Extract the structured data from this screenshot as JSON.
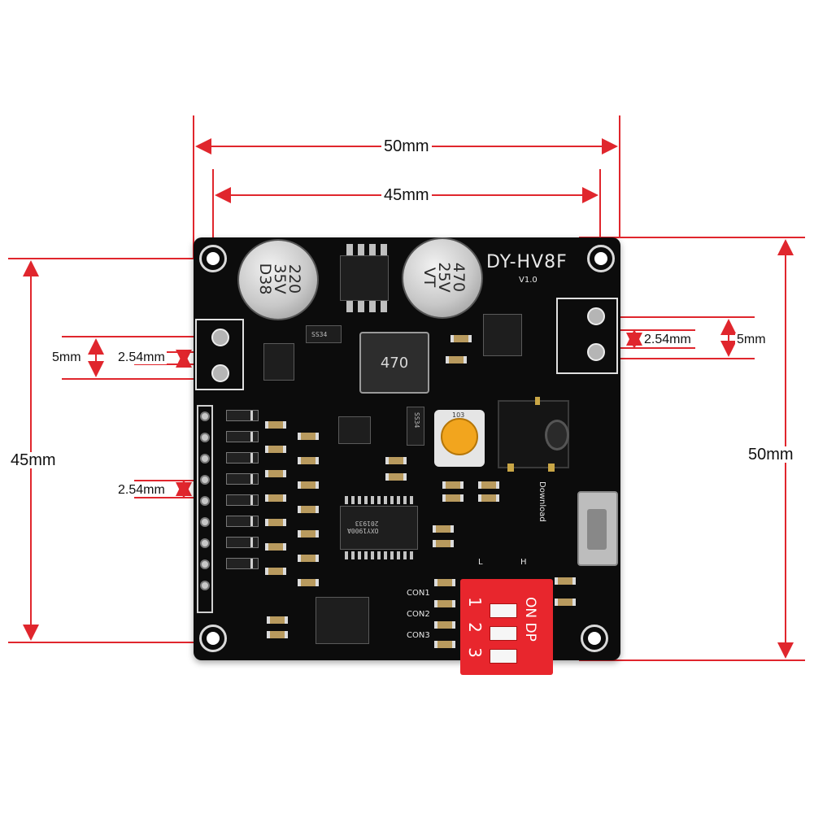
{
  "dimensions": {
    "top_outer": "50mm",
    "top_inner": "45mm",
    "left_height": "45mm",
    "right_height": "50mm",
    "left_terminal_spacing": "5mm",
    "left_terminal_pitch": "2.54mm",
    "header_pitch": "2.54mm",
    "right_terminal_pitch": "2.54mm",
    "right_terminal_spacing": "5mm"
  },
  "board": {
    "title": "DY-HV8F",
    "version": "V1.0",
    "cap_left": "220\n35V\nD38",
    "cap_right": "470\n25V\nVT",
    "inductor": "470",
    "diode_top": "SS34",
    "diode_mid": "SS34",
    "pot_label": "103",
    "chip_main": "OXY1900A\n201933",
    "con_labels": [
      "CON1",
      "CON2",
      "CON3"
    ],
    "download_label": "Download",
    "l_label": "L",
    "h_label": "H",
    "dip_header": "ON DP",
    "dip_numbers": "1 2 3"
  },
  "colors": {
    "pcb": "#0c0c0c",
    "arrow": "#e0262d",
    "dip": "#e8262d",
    "pot": "#f2a51e"
  }
}
